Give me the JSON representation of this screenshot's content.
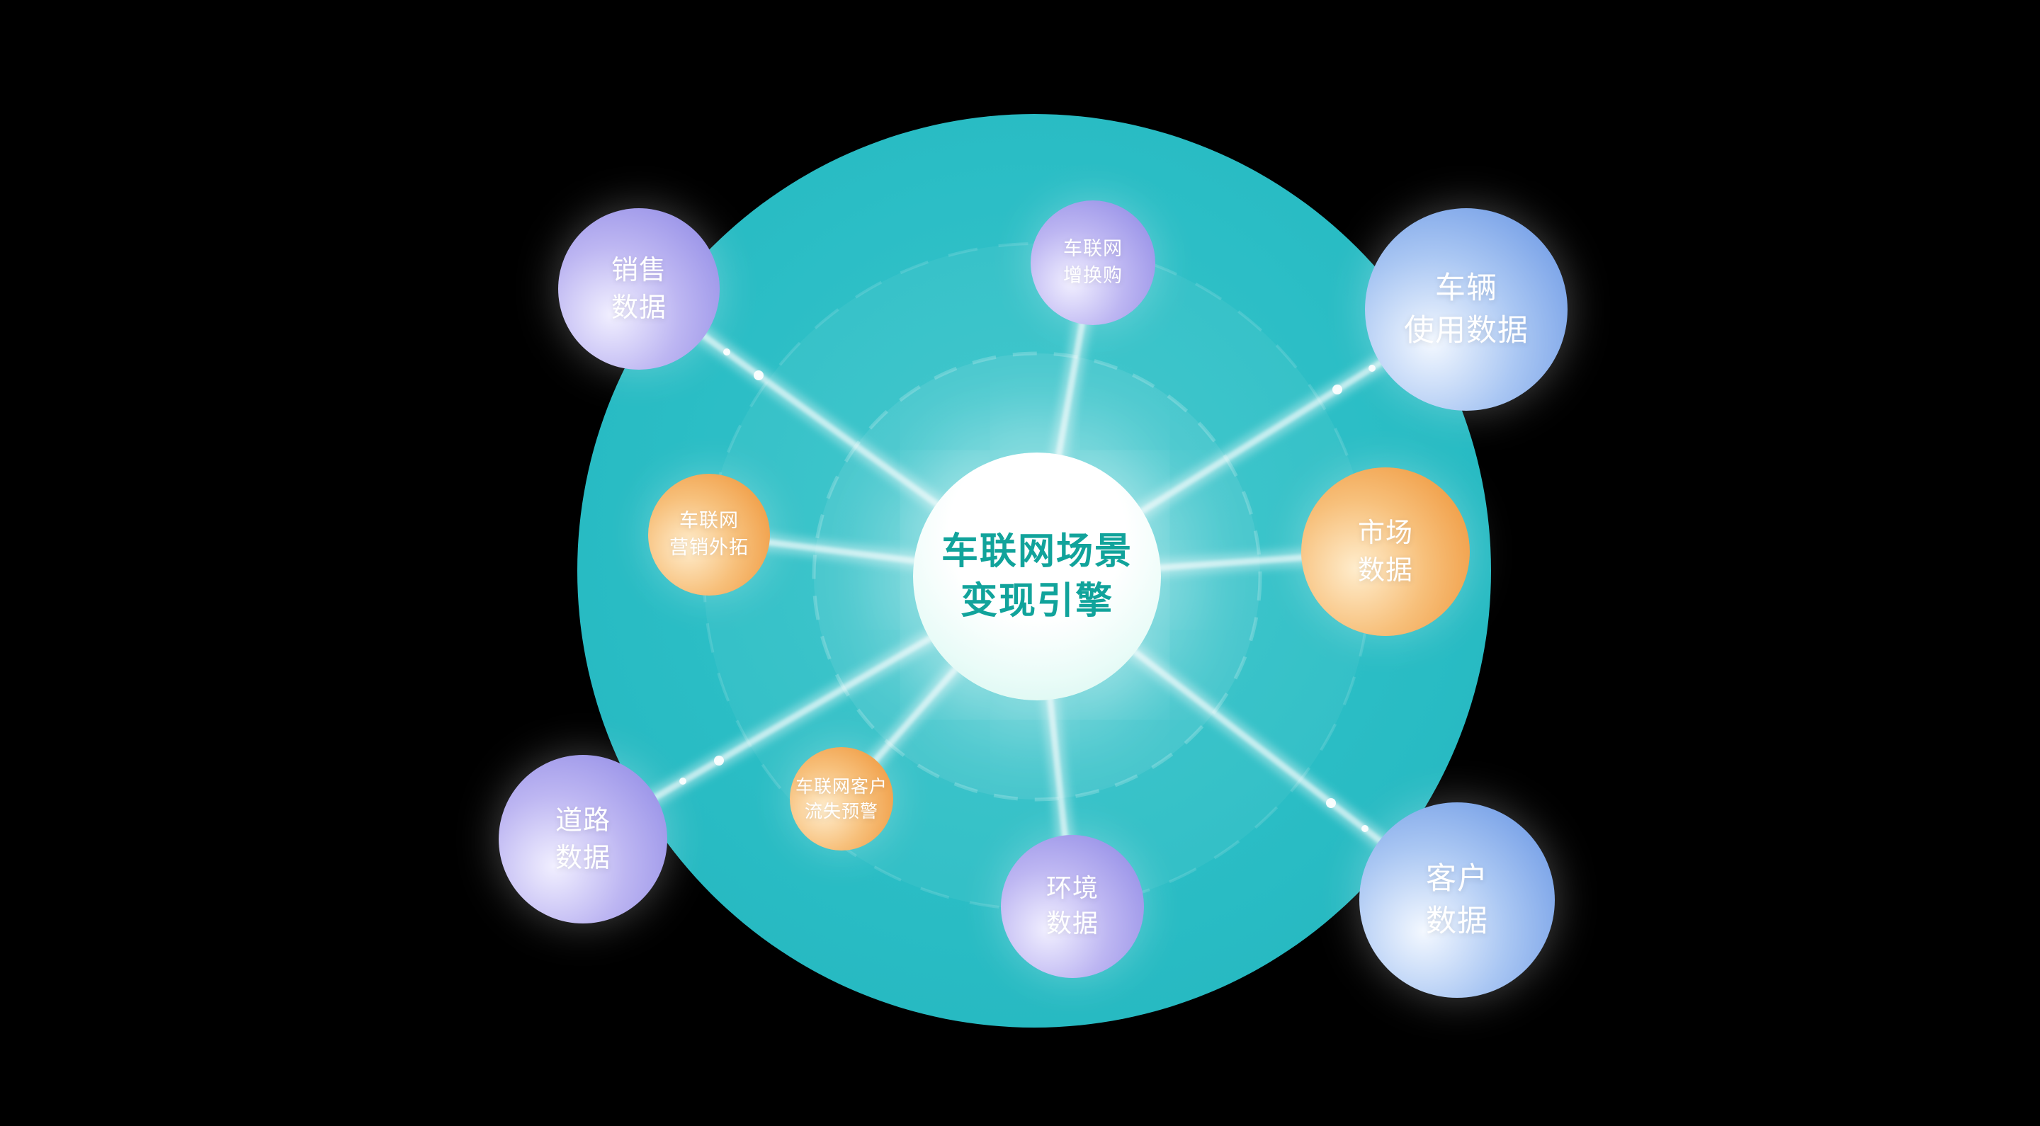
{
  "diagram": {
    "center": {
      "label": "车联网场景\n变现引擎"
    },
    "nodes": [
      {
        "id": "sales-data",
        "label": "销售\n数据",
        "color": "purple"
      },
      {
        "id": "iov-trade-in-repurchase",
        "label": "车联网\n增换购",
        "color": "purple"
      },
      {
        "id": "vehicle-usage-data",
        "label": "车辆\n使用数据",
        "color": "blue"
      },
      {
        "id": "iov-marketing-expansion",
        "label": "车联网\n营销外拓",
        "color": "orange"
      },
      {
        "id": "market-data",
        "label": "市场\n数据",
        "color": "orange"
      },
      {
        "id": "road-data",
        "label": "道路\n数据",
        "color": "purple"
      },
      {
        "id": "iov-customer-churn-warning",
        "label": "车联网客户\n流失预警",
        "color": "orange"
      },
      {
        "id": "environment-data",
        "label": "环境\n数据",
        "color": "purple"
      },
      {
        "id": "customer-data",
        "label": "客户\n数据",
        "color": "blue"
      }
    ],
    "colors": {
      "background": "#000000",
      "main_circle": "#2abdc5",
      "center_text": "#11a39b",
      "blue_bubble": "#6190e2",
      "purple_bubble": "#8a84e4",
      "orange_bubble": "#ee8f30",
      "label_text": "#ffffff"
    }
  }
}
